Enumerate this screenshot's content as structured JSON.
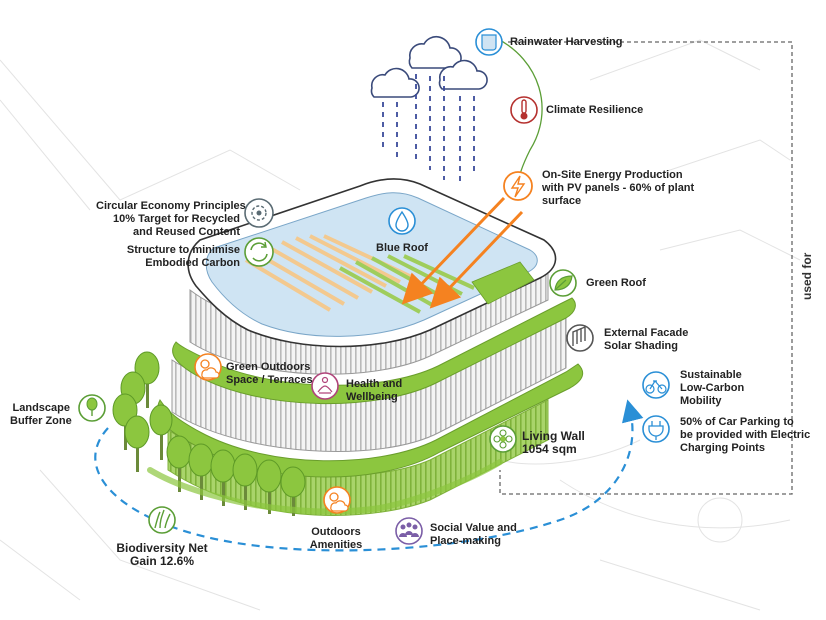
{
  "labels": {
    "rainwater": "Rainwater Harvesting",
    "climate": "Climate Resilience",
    "energy": [
      "On-Site Energy Production",
      "with PV panels - 60% of plant",
      "surface"
    ],
    "circular": [
      "Circular Economy Principles",
      "10% Target for Recycled",
      "and Reused Content"
    ],
    "embodied": [
      "Structure to minimise",
      "Embodied Carbon"
    ],
    "blue_roof": "Blue Roof",
    "green_roof": "Green Roof",
    "facade": [
      "External Facade",
      "Solar Shading"
    ],
    "terraces": [
      "Green Outdoors",
      "Space / Terraces"
    ],
    "health": [
      "Health and",
      "Wellbeing"
    ],
    "landscape": [
      "Landscape",
      "Buffer Zone"
    ],
    "mobility": [
      "Sustainable",
      "Low-Carbon",
      "Mobility"
    ],
    "parking": [
      "50% of Car Parking to",
      "be provided with Electric",
      "Charging Points"
    ],
    "living_wall": [
      "Living Wall",
      "1054 sqm"
    ],
    "amenities": [
      "Outdoors",
      "Amenities"
    ],
    "social": [
      "Social Value and",
      "Place-making"
    ],
    "biodiversity": [
      "Biodiversity Net",
      "Gain 12.6%"
    ],
    "used_for": "used for"
  },
  "colors": {
    "blue_accent": "#2a8fd6",
    "green_accent": "#8cc63f",
    "orange_accent": "#f58220",
    "red_accent": "#b5312f",
    "purple_accent": "#7b5ea7",
    "grey_icon": "#5a6b73"
  },
  "icons": {
    "rainwater": "water-tank-icon",
    "climate": "thermometer-icon",
    "energy": "lightning-icon",
    "circular": "recycle-gear-icon",
    "embodied": "refresh-arrows-icon",
    "blue_roof": "water-drop-icon",
    "green_roof": "leaf-icon",
    "facade": "shading-fins-icon",
    "terraces": "sun-cloud-icon",
    "health": "meditation-icon",
    "landscape": "tree-icon",
    "mobility": "bicycle-icon",
    "parking": "ev-plug-icon",
    "living_wall": "flower-icon",
    "amenities": "sun-cloud-icon",
    "social": "people-icon",
    "biodiversity": "grass-icon"
  }
}
